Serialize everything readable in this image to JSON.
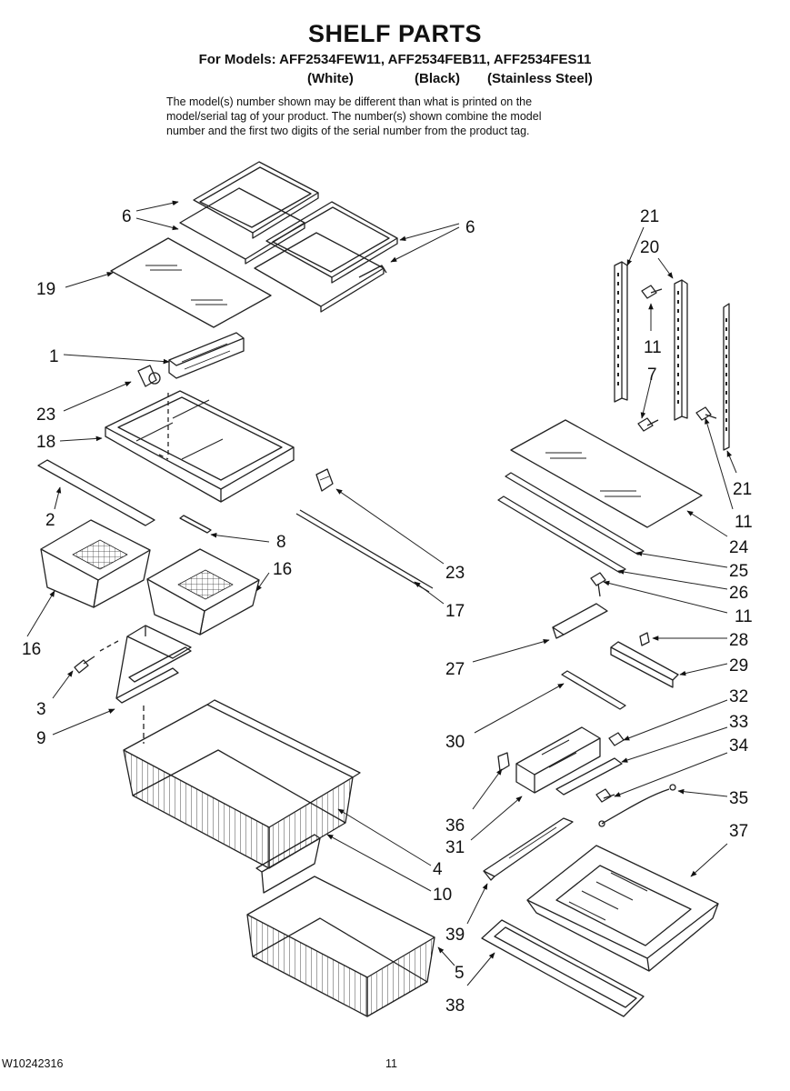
{
  "header": {
    "title": "SHELF PARTS",
    "models_line": "For Models: AFF2534FEW11, AFF2534FEB11, AFF2534FES11",
    "finishes": [
      "(White)",
      "(Black)",
      "(Stainless Steel)"
    ],
    "note_lines": [
      "The model(s) number shown may be different than what is printed on the",
      "model/serial tag of your product. The number(s) shown combine the model",
      "number and the first two digits of the serial number from the product tag."
    ]
  },
  "callouts": [
    "6",
    "6",
    "19",
    "1",
    "23",
    "18",
    "2",
    "8",
    "16",
    "16",
    "3",
    "9",
    "4",
    "10",
    "5",
    "23",
    "17",
    "21",
    "20",
    "11",
    "7",
    "21",
    "11",
    "24",
    "25",
    "26",
    "11",
    "28",
    "27",
    "29",
    "32",
    "33",
    "34",
    "30",
    "35",
    "36",
    "31",
    "37",
    "39",
    "38"
  ],
  "footer": {
    "part_number": "W10242316",
    "page_number": "11"
  }
}
